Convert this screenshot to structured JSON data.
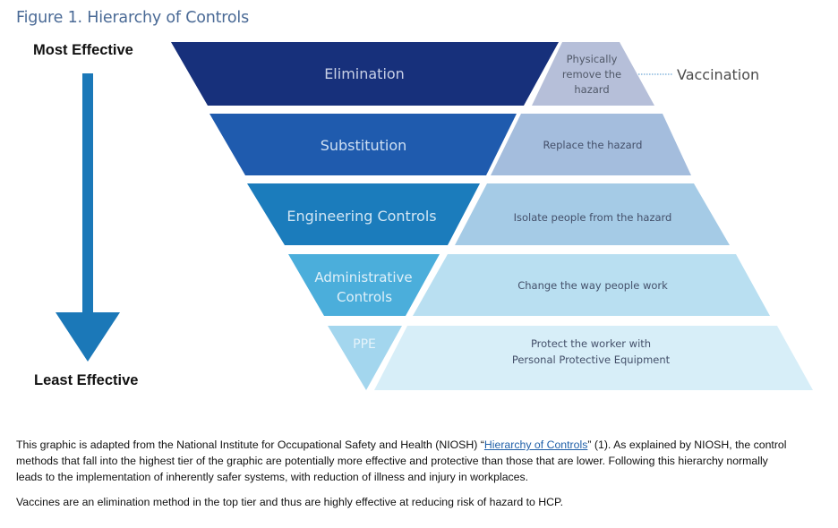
{
  "figure_title": "Figure 1. Hierarchy of Controls",
  "axis": {
    "top_label": "Most Effective",
    "bottom_label": "Least Effective",
    "arrow_color": "#1b78b8"
  },
  "tiers": [
    {
      "name": "Elimination",
      "name_lines": [
        "Elimination"
      ],
      "description_lines": [
        "Physically",
        "remove the",
        "hazard"
      ],
      "color": "#17307b",
      "desc_color": "#b6bfd9",
      "name_text_color": "#c8d0e6"
    },
    {
      "name": "Substitution",
      "name_lines": [
        "Substitution"
      ],
      "description_lines": [
        "Replace the hazard"
      ],
      "color": "#1f5bae",
      "desc_color": "#a4bddd",
      "name_text_color": "#cfe0f3"
    },
    {
      "name": "Engineering Controls",
      "name_lines": [
        "Engineering Controls"
      ],
      "description_lines": [
        "Isolate people from the hazard"
      ],
      "color": "#1b7cbc",
      "desc_color": "#a5cbe6",
      "name_text_color": "#d2e6f4"
    },
    {
      "name": "Administrative Controls",
      "name_lines": [
        "Administrative",
        "Controls"
      ],
      "description_lines": [
        "Change the way people work"
      ],
      "color": "#4baedb",
      "desc_color": "#b9dff1",
      "name_text_color": "#dff0f9"
    },
    {
      "name": "PPE",
      "name_lines": [
        "PPE"
      ],
      "description_lines": [
        "Protect the worker with",
        "Personal Protective Equipment"
      ],
      "color": "#a3d6ee",
      "desc_color": "#d7eef8",
      "name_text_color": "#e6f4fb"
    }
  ],
  "annotation": {
    "label": "Vaccination",
    "attached_to": "Elimination",
    "connector_color": "#6fa9d6"
  },
  "caption": {
    "paragraph1_before_link": "This graphic is adapted from the National Institute for Occupational Safety and Health (NIOSH) “",
    "link_text": "Hierarchy of Controls",
    "paragraph1_line1_after_link": "” (1). As explained by NIOSH, the control",
    "paragraph1_line2": "methods that fall into the highest tier of the graphic are potentially more effective and protective than those that are lower.  Following this hierarchy normally",
    "paragraph1_line3": "leads to the implementation of inherently safer systems, with reduction of illness and injury in workplaces.",
    "paragraph2": "Vaccines are an elimination method in the top tier and thus are highly effective at reducing risk of hazard to HCP."
  }
}
